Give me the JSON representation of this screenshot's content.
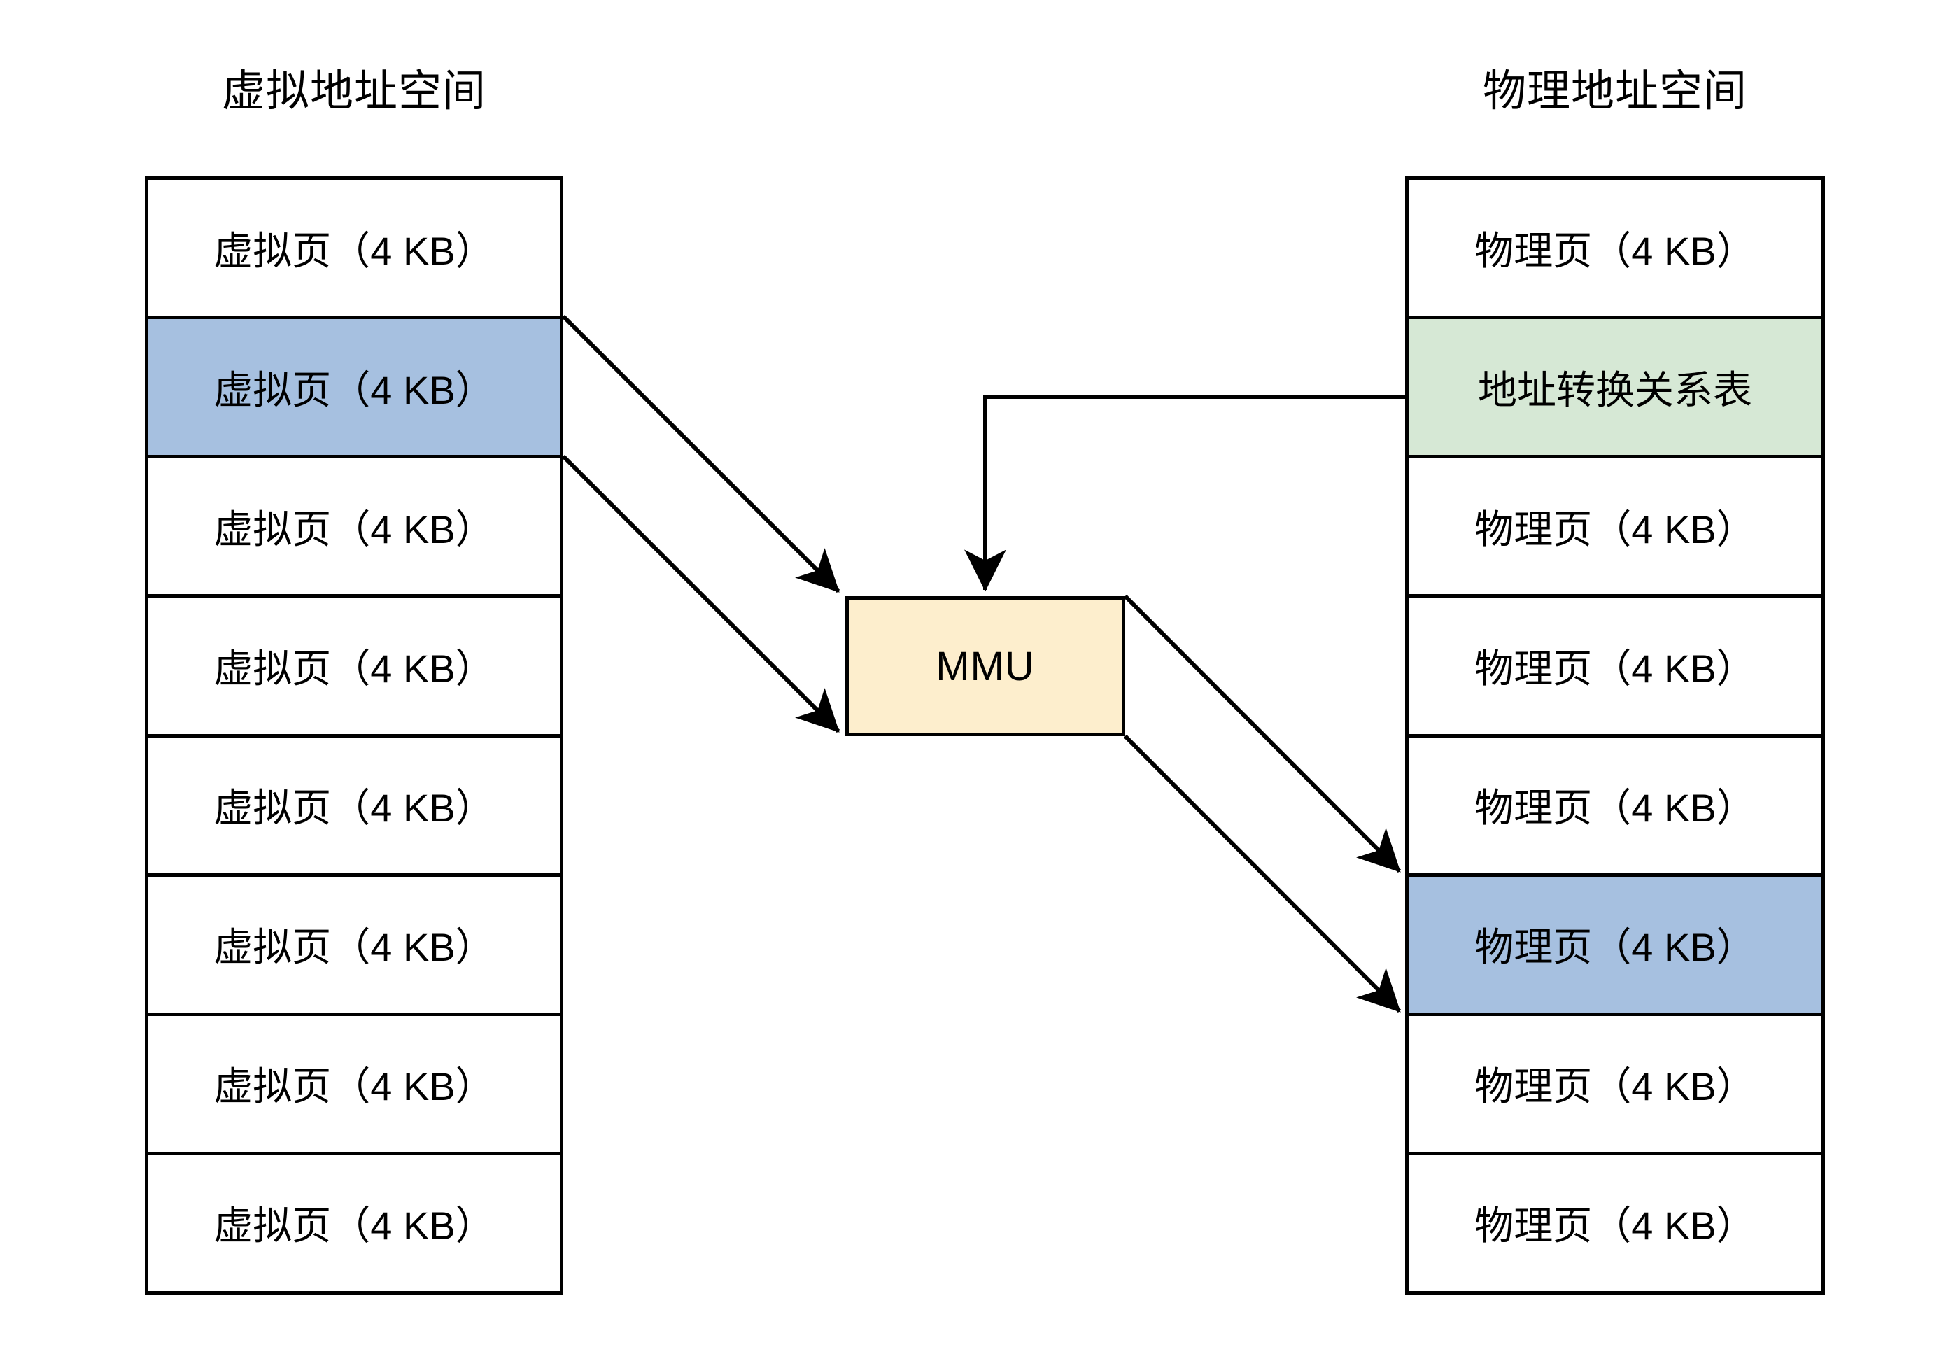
{
  "diagram": {
    "title_left": "虚拟地址空间",
    "title_right": "物理地址空间",
    "mmu_label": "MMU",
    "colors": {
      "highlight_blue": "#a6c0e0",
      "table_green": "#d6e8d5",
      "mmu_yellow": "#fdeecd",
      "stroke": "#000000",
      "background": "#ffffff"
    },
    "virtual_column": {
      "name": "虚拟地址空间",
      "cells": [
        {
          "label": "虚拟页（4 KB）",
          "fill": "white"
        },
        {
          "label": "虚拟页（4 KB）",
          "fill": "blue"
        },
        {
          "label": "虚拟页（4 KB）",
          "fill": "white"
        },
        {
          "label": "虚拟页（4 KB）",
          "fill": "white"
        },
        {
          "label": "虚拟页（4 KB）",
          "fill": "white"
        },
        {
          "label": "虚拟页（4 KB）",
          "fill": "white"
        },
        {
          "label": "虚拟页（4 KB）",
          "fill": "white"
        },
        {
          "label": "虚拟页（4 KB）",
          "fill": "white"
        }
      ]
    },
    "physical_column": {
      "name": "物理地址空间",
      "cells": [
        {
          "label": "物理页（4 KB）",
          "fill": "white"
        },
        {
          "label": "地址转换关系表",
          "fill": "green"
        },
        {
          "label": "物理页（4 KB）",
          "fill": "white"
        },
        {
          "label": "物理页（4 KB）",
          "fill": "white"
        },
        {
          "label": "物理页（4 KB）",
          "fill": "white"
        },
        {
          "label": "物理页（4 KB）",
          "fill": "blue"
        },
        {
          "label": "物理页（4 KB）",
          "fill": "white"
        },
        {
          "label": "物理页（4 KB）",
          "fill": "white"
        }
      ]
    },
    "connectors": [
      {
        "name": "virtual-page-top-to-mmu",
        "from": "virtual highlighted page top-right",
        "to": "MMU top-left"
      },
      {
        "name": "virtual-page-bottom-to-mmu",
        "from": "virtual highlighted page bottom-right",
        "to": "MMU bottom-left"
      },
      {
        "name": "translation-table-to-mmu",
        "from": "地址转换关系表 left edge",
        "to": "MMU top"
      },
      {
        "name": "mmu-to-physical-page-top",
        "from": "MMU top-right",
        "to": "physical highlighted page top-left"
      },
      {
        "name": "mmu-to-physical-page-bottom",
        "from": "MMU bottom-right",
        "to": "physical highlighted page bottom-left"
      }
    ]
  }
}
